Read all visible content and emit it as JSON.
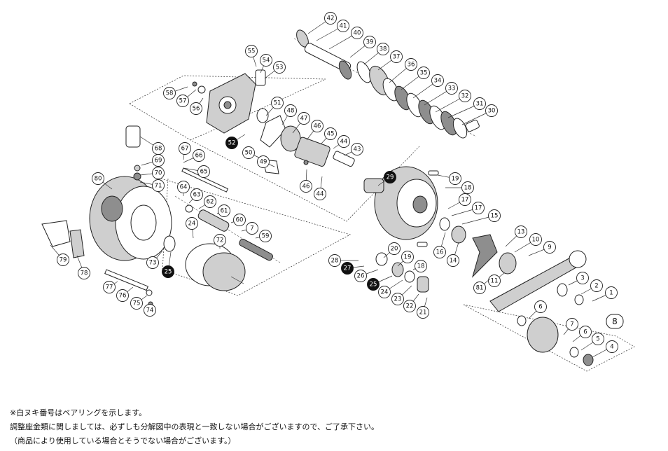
{
  "figure_label": "8",
  "callouts": [
    {
      "label": "42",
      "dark": false
    },
    {
      "label": "41",
      "dark": false
    },
    {
      "label": "40",
      "dark": false
    },
    {
      "label": "39",
      "dark": false
    },
    {
      "label": "38",
      "dark": false
    },
    {
      "label": "37",
      "dark": false
    },
    {
      "label": "36",
      "dark": false
    },
    {
      "label": "35",
      "dark": false
    },
    {
      "label": "34",
      "dark": false
    },
    {
      "label": "33",
      "dark": false
    },
    {
      "label": "32",
      "dark": false
    },
    {
      "label": "31",
      "dark": false
    },
    {
      "label": "30",
      "dark": false
    },
    {
      "label": "55",
      "dark": false
    },
    {
      "label": "54",
      "dark": false
    },
    {
      "label": "53",
      "dark": false
    },
    {
      "label": "58",
      "dark": false
    },
    {
      "label": "57",
      "dark": false
    },
    {
      "label": "56",
      "dark": false
    },
    {
      "label": "51",
      "dark": false
    },
    {
      "label": "48",
      "dark": false
    },
    {
      "label": "47",
      "dark": false
    },
    {
      "label": "46",
      "dark": false
    },
    {
      "label": "45",
      "dark": false
    },
    {
      "label": "44",
      "dark": false
    },
    {
      "label": "43",
      "dark": false
    },
    {
      "label": "52",
      "dark": true
    },
    {
      "label": "50",
      "dark": false
    },
    {
      "label": "49",
      "dark": false
    },
    {
      "label": "46",
      "dark": false
    },
    {
      "label": "44",
      "dark": false
    },
    {
      "label": "68",
      "dark": false
    },
    {
      "label": "67",
      "dark": false
    },
    {
      "label": "66",
      "dark": false
    },
    {
      "label": "69",
      "dark": false
    },
    {
      "label": "70",
      "dark": false
    },
    {
      "label": "71",
      "dark": false
    },
    {
      "label": "65",
      "dark": false
    },
    {
      "label": "64",
      "dark": false
    },
    {
      "label": "63",
      "dark": false
    },
    {
      "label": "62",
      "dark": false
    },
    {
      "label": "61",
      "dark": false
    },
    {
      "label": "60",
      "dark": false
    },
    {
      "label": "7",
      "dark": false
    },
    {
      "label": "59",
      "dark": false
    },
    {
      "label": "24",
      "dark": false
    },
    {
      "label": "72",
      "dark": false
    },
    {
      "label": "80",
      "dark": false
    },
    {
      "label": "73",
      "dark": false
    },
    {
      "label": "25",
      "dark": true
    },
    {
      "label": "79",
      "dark": false
    },
    {
      "label": "78",
      "dark": false
    },
    {
      "label": "77",
      "dark": false
    },
    {
      "label": "76",
      "dark": false
    },
    {
      "label": "75",
      "dark": false
    },
    {
      "label": "74",
      "dark": false
    },
    {
      "label": "29",
      "dark": true
    },
    {
      "label": "19",
      "dark": false
    },
    {
      "label": "18",
      "dark": false
    },
    {
      "label": "17",
      "dark": false
    },
    {
      "label": "17",
      "dark": false
    },
    {
      "label": "15",
      "dark": false
    },
    {
      "label": "20",
      "dark": false
    },
    {
      "label": "19",
      "dark": false
    },
    {
      "label": "18",
      "dark": false
    },
    {
      "label": "16",
      "dark": false
    },
    {
      "label": "14",
      "dark": false
    },
    {
      "label": "13",
      "dark": false
    },
    {
      "label": "10",
      "dark": false
    },
    {
      "label": "9",
      "dark": false
    },
    {
      "label": "28",
      "dark": false
    },
    {
      "label": "27",
      "dark": true
    },
    {
      "label": "26",
      "dark": false
    },
    {
      "label": "25",
      "dark": true
    },
    {
      "label": "24",
      "dark": false
    },
    {
      "label": "23",
      "dark": false
    },
    {
      "label": "22",
      "dark": false
    },
    {
      "label": "21",
      "dark": false
    },
    {
      "label": "11",
      "dark": false
    },
    {
      "label": "81",
      "dark": false
    },
    {
      "label": "3",
      "dark": false
    },
    {
      "label": "2",
      "dark": false
    },
    {
      "label": "1",
      "dark": false
    },
    {
      "label": "6",
      "dark": false
    },
    {
      "label": "7",
      "dark": false
    },
    {
      "label": "6",
      "dark": false
    },
    {
      "label": "5",
      "dark": false
    },
    {
      "label": "4",
      "dark": false
    }
  ],
  "notes": {
    "line1": "※白ヌキ番号はベアリングを示します。",
    "line2": "調整座金類に関しましては、必ずしも分解図中の表現と一致しない場合がございますので、ご了承下さい。",
    "line3": "（商品により使用している場合とそうでない場合がございます。）"
  }
}
